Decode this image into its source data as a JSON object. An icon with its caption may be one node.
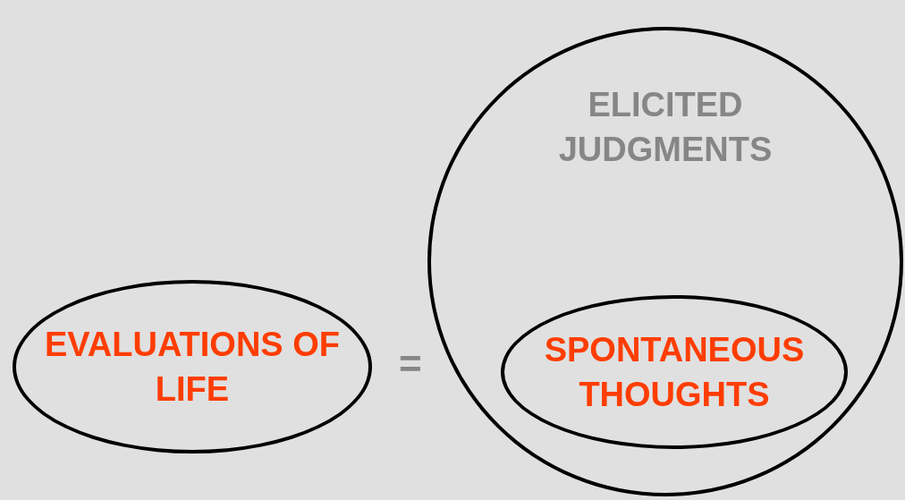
{
  "diagram": {
    "nodes": [
      {
        "text": [
          "EVALUATIONS OF LIFE"
        ]
      },
      {
        "text": [
          "ELICITED JUDGMENTS"
        ]
      },
      {
        "text": [
          "SPONTANEOUS THOUGHTS"
        ],
        "in": 1
      }
    ],
    "labels": [
      "="
    ]
  }
}
